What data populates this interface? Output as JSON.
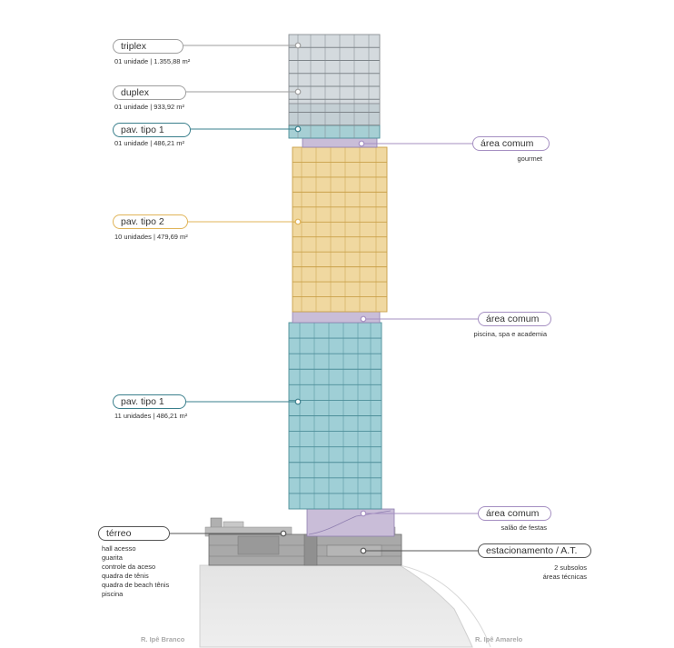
{
  "colors": {
    "grey": "#9e9e9e",
    "teal": "#3a7f8c",
    "gold": "#e0b458",
    "purple": "#a58fc2",
    "dark": "#555555"
  },
  "labels": {
    "triplex": {
      "title": "triplex",
      "detail": "01 unidade | 1.355,88 m²"
    },
    "duplex": {
      "title": "duplex",
      "detail": "01 unidade | 933,92 m²"
    },
    "pav_tipo1_top": {
      "title": "pav. tipo 1",
      "detail": "01 unidade | 486,21 m²"
    },
    "pav_tipo2": {
      "title": "pav. tipo 2",
      "detail": "10 unidades | 479,69 m²"
    },
    "pav_tipo1_bottom": {
      "title": "pav. tipo 1",
      "detail": "11 unidades | 486,21 m²"
    },
    "terreo": {
      "title": "térreo",
      "items": [
        "hall acesso",
        "guarita",
        "controle da aceso",
        "quadra de tênis",
        "quadra de beach tênis",
        "piscina"
      ]
    },
    "area_comum_gourmet": {
      "title": "área comum",
      "detail": "gourmet"
    },
    "area_comum_piscina": {
      "title": "área comum",
      "detail": "piscina, spa e academia"
    },
    "area_comum_salao": {
      "title": "área comum",
      "detail": "salão de festas"
    },
    "estacionamento": {
      "title": "estacionamento / A.T.",
      "details": [
        "2 subsolos",
        "áreas técnicas"
      ]
    }
  },
  "streets": {
    "left": "R. Ipê Branco",
    "right": "R. Ipê Amarelo"
  }
}
